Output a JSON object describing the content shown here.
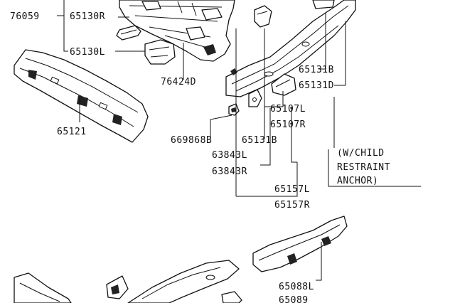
{
  "callouts": {
    "p76059": "76059",
    "p65130r": "65130R",
    "p65130l": "65130L",
    "p76424d": "76424D",
    "p65121": "65121",
    "p65131b_top": "65131B",
    "p65131d": "65131D",
    "p65107l": "65107L",
    "p65107r": "65107R",
    "p65131b_mid": "65131B",
    "p669868b": "669868B",
    "p63843l": "63843L",
    "p63843r": "63843R",
    "p65157l": "65157L",
    "p65157r": "65157R",
    "p65088l": "65088L",
    "p65089": "65089"
  },
  "note": {
    "line1": "(W/CHILD",
    "line2": "RESTRAINT",
    "line3": "ANCHOR)"
  }
}
